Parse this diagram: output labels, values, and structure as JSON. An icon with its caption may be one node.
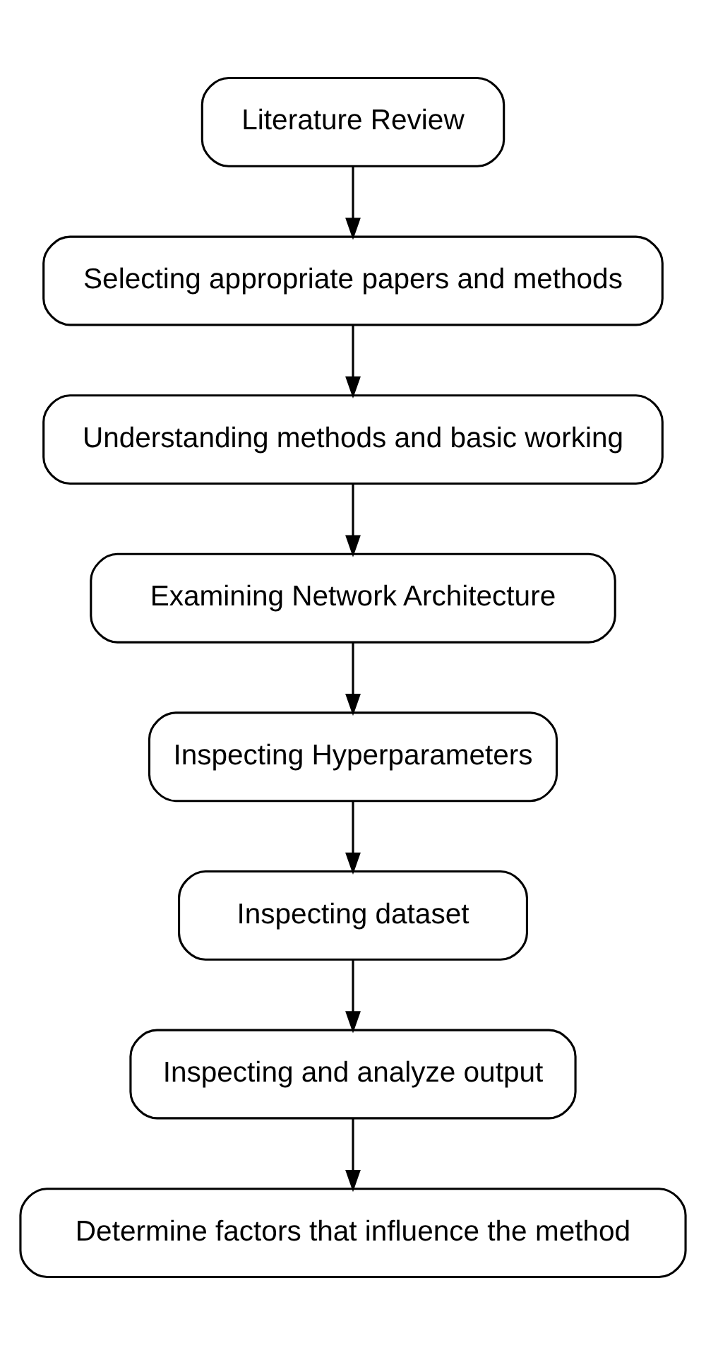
{
  "diagram": {
    "nodes": [
      {
        "text": [
          "Literature Review"
        ]
      },
      {
        "text": [
          "Selecting appropriate papers and methods"
        ]
      },
      {
        "text": [
          "Understanding methods and basic working"
        ]
      },
      {
        "text": [
          "Examining Network Architecture"
        ]
      },
      {
        "text": [
          "Inspecting Hyperparameters"
        ]
      },
      {
        "text": [
          "Inspecting dataset"
        ]
      },
      {
        "text": [
          "Inspecting and analyze output"
        ]
      },
      {
        "text": [
          "Determine factors that influence the method"
        ]
      }
    ],
    "edges": [
      {
        "from": 0,
        "to": 1,
        "arrow": "to"
      },
      {
        "from": 1,
        "to": 2,
        "arrow": "to"
      },
      {
        "from": 2,
        "to": 3,
        "arrow": "to"
      },
      {
        "from": 3,
        "to": 4,
        "arrow": "to"
      },
      {
        "from": 4,
        "to": 5,
        "arrow": "to"
      },
      {
        "from": 5,
        "to": 6,
        "arrow": "to"
      },
      {
        "from": 6,
        "to": 7,
        "arrow": "to"
      }
    ]
  }
}
